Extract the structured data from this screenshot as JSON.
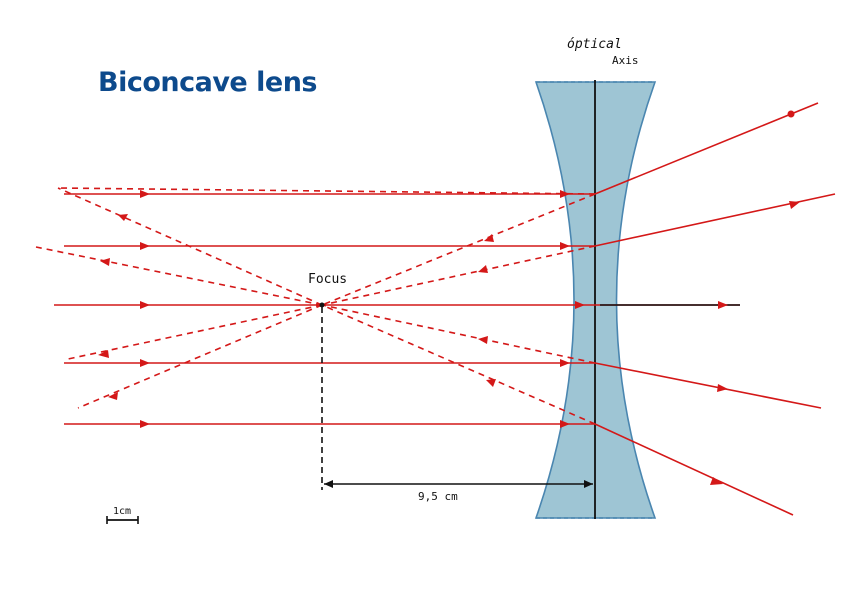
{
  "title": "Biconcave lens",
  "labels": {
    "optical": "óptical",
    "axis": "Axis",
    "focus": "Focus",
    "distance": "9,5 cm",
    "scale": "1cm"
  },
  "colors": {
    "lens_fill": "#9ec5d4",
    "lens_stroke": "#4a86b0",
    "ray": "#d41818",
    "title": "#0d4a8c",
    "axis": "#111111"
  }
}
